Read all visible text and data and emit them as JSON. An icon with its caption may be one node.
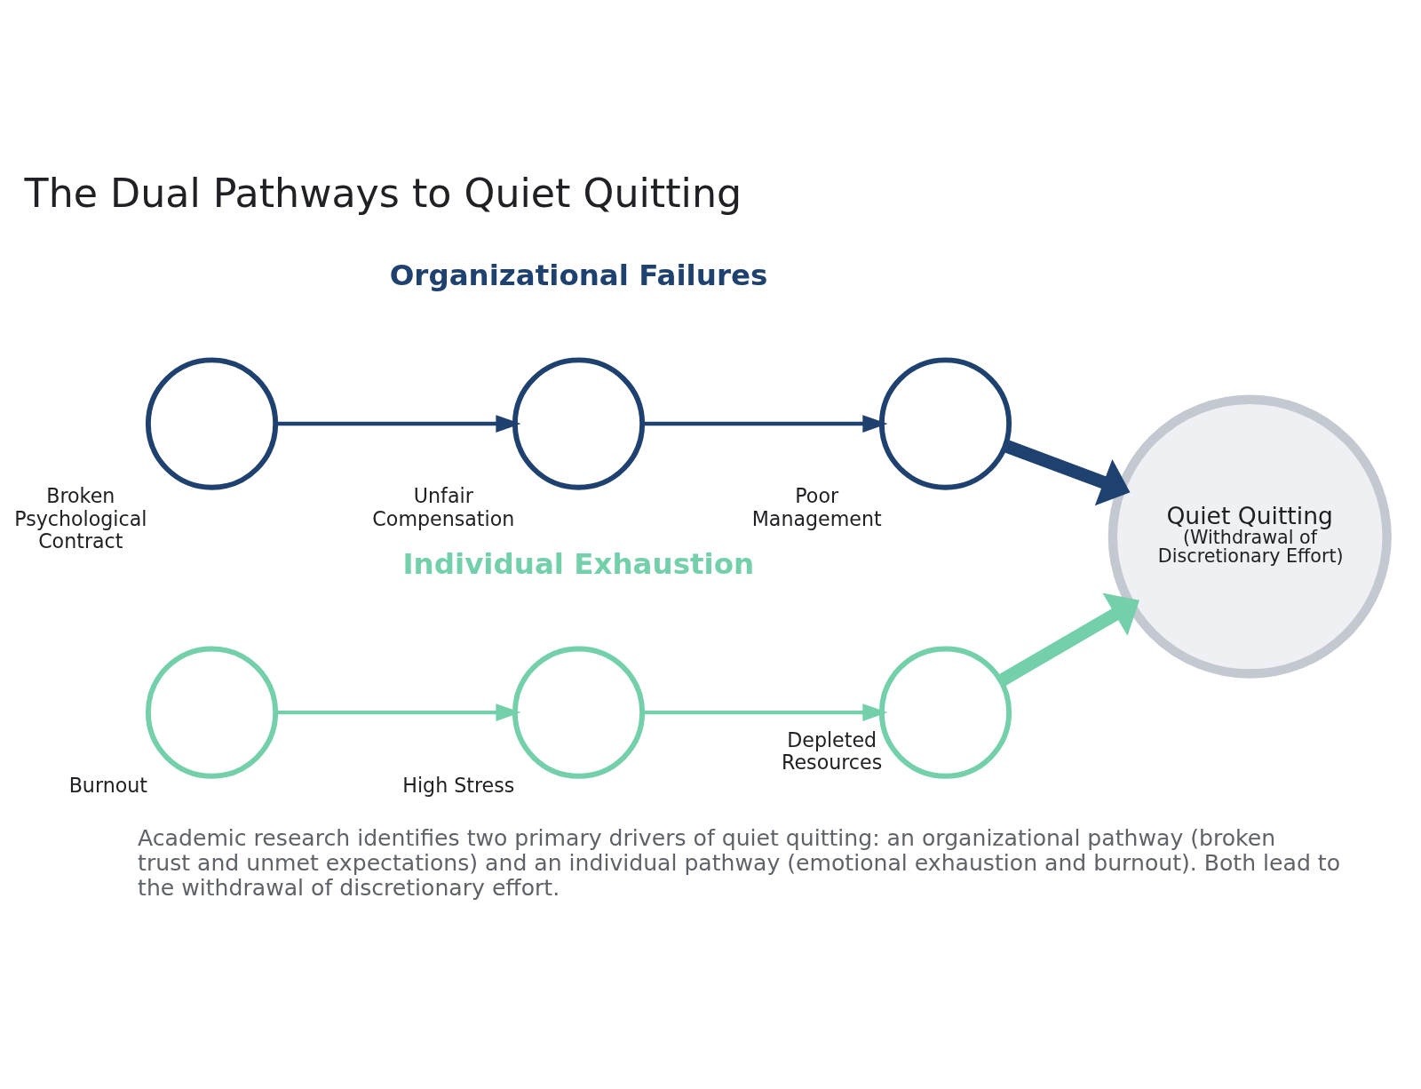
{
  "diagram": {
    "title": "The Dual Pathways to Quiet Quitting",
    "caption": "Academic research identifies two primary drivers of quiet quitting: an organizational pathway (broken trust and unmet expectations) and an individual pathway (emotional exhaustion and burnout). Both lead to the withdrawal of discretionary effort.",
    "nodes": [
      {
        "text": [],
        "shape": "circle",
        "beside": [
          "Broken Psychological Contract"
        ]
      },
      {
        "text": [],
        "shape": "circle",
        "beside": [
          "Unfair Compensation"
        ]
      },
      {
        "text": [],
        "shape": "circle",
        "beside": [
          "Poor Management"
        ]
      },
      {
        "text": [],
        "shape": "circle",
        "beside": [
          "Burnout"
        ]
      },
      {
        "text": [],
        "shape": "circle",
        "beside": [
          "High Stress"
        ]
      },
      {
        "text": [],
        "shape": "circle",
        "beside": [
          "Depleted Resources"
        ]
      },
      {
        "text": [
          "Quiet Quitting",
          "(Withdrawal of Discretionary Effort)"
        ]
      }
    ],
    "edges": [
      {
        "from": 0,
        "to": 1,
        "arrow": "to",
        "color": "#1f4170"
      },
      {
        "from": 1,
        "to": 2,
        "arrow": "to",
        "color": "#1f4170"
      },
      {
        "from": 2,
        "to": 6,
        "arrow": "to",
        "style": "thick",
        "color": "#1f4170"
      },
      {
        "from": 3,
        "to": 4,
        "arrow": "to",
        "color": "#74cfab"
      },
      {
        "from": 4,
        "to": 5,
        "arrow": "to",
        "color": "#74cfab"
      },
      {
        "from": 5,
        "to": 6,
        "arrow": "to",
        "style": "thick",
        "color": "#74cfab"
      }
    ],
    "labels": [
      "Organizational Failures",
      "Individual Exhaustion"
    ]
  }
}
